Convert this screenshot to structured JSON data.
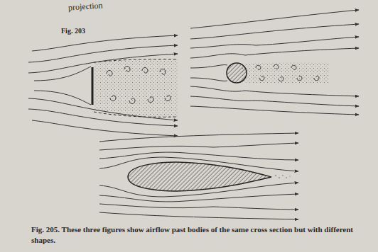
{
  "diagram": {
    "caption": "Fig. 205. These three figures show airflow past bodies of the same cross section but with different shapes.",
    "labels": [
      "projection",
      "Fig. 203"
    ]
  }
}
